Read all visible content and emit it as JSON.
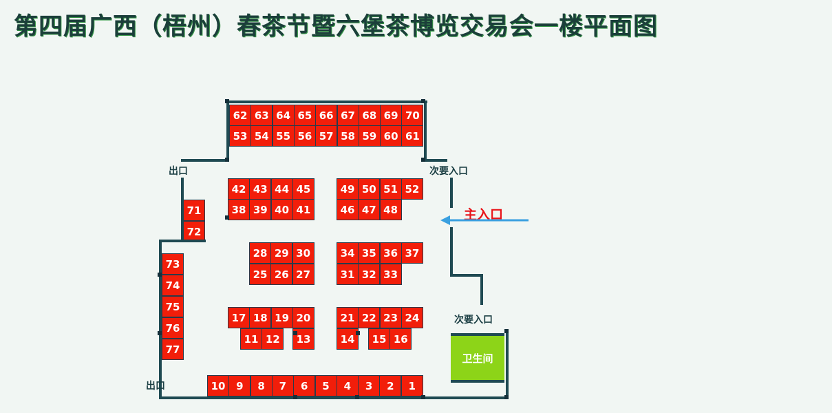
{
  "title": "第四届广西（梧州）春茶节暨六堡茶博览交易会一楼平面图",
  "labels": {
    "exit_top_left": "出口",
    "exit_bottom_left": "出口",
    "secondary_entrance_top": "次要入口",
    "secondary_entrance_bottom": "次要入口",
    "main_entrance": "主入口",
    "restroom": "卫生间"
  },
  "colors": {
    "booth": "#f21e0a",
    "wall": "#1f4a52",
    "restroom": "#8dd418",
    "arrow": "#3aa0e0",
    "main_entrance": "#e8141a"
  },
  "booths": [
    "1",
    "2",
    "3",
    "4",
    "5",
    "6",
    "7",
    "8",
    "9",
    "10",
    "11",
    "12",
    "13",
    "14",
    "15",
    "16",
    "17",
    "18",
    "19",
    "20",
    "21",
    "22",
    "23",
    "24",
    "25",
    "26",
    "27",
    "28",
    "29",
    "30",
    "31",
    "32",
    "33",
    "34",
    "35",
    "36",
    "37",
    "38",
    "39",
    "40",
    "41",
    "42",
    "43",
    "44",
    "45",
    "46",
    "47",
    "48",
    "49",
    "50",
    "51",
    "52",
    "53",
    "54",
    "55",
    "56",
    "57",
    "58",
    "59",
    "60",
    "61",
    "62",
    "63",
    "64",
    "65",
    "66",
    "67",
    "68",
    "69",
    "70",
    "71",
    "72",
    "73",
    "74",
    "75",
    "76",
    "77"
  ]
}
